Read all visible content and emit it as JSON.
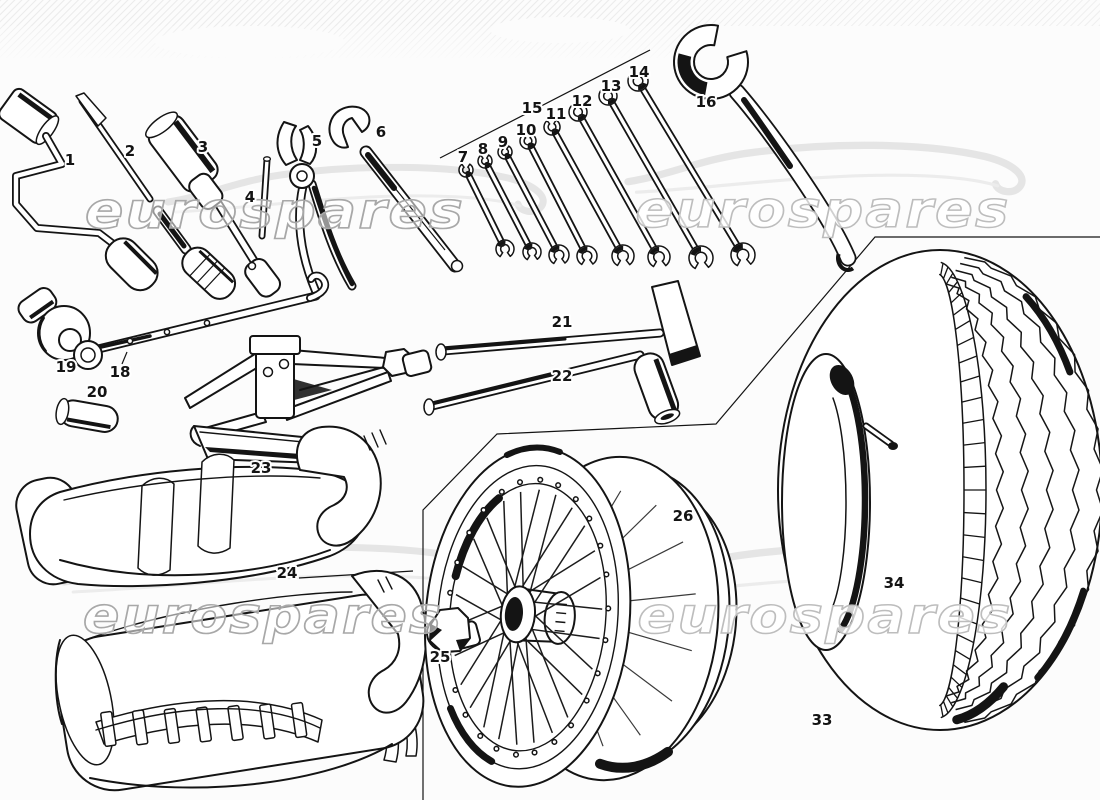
{
  "figure": {
    "kind": "exploded-parts-diagram",
    "subject": "tool kit, jack, tool bags, wire wheel and tyre"
  },
  "colors": {
    "paper": "#fcfcfc",
    "ink": "#141414",
    "watermark_left": "#a8a8a8",
    "watermark_right": "#bdbdbd",
    "swoosh": "#e5e5e5"
  },
  "watermark": {
    "text": "eurospares"
  },
  "parts": {
    "p1": "1",
    "p2": "2",
    "p3": "3",
    "p4": "4",
    "p5": "5",
    "p6": "6",
    "p7": "7",
    "p8": "8",
    "p9": "9",
    "p10": "10",
    "p11": "11",
    "p12": "12",
    "p13": "13",
    "p14": "14",
    "p15": "15",
    "p16": "16",
    "p18": "18",
    "p19": "19",
    "p20": "20",
    "p21": "21",
    "p22": "22",
    "p23": "23",
    "p24": "24",
    "p25": "25",
    "p26": "26",
    "p33": "33",
    "p34": "34"
  }
}
